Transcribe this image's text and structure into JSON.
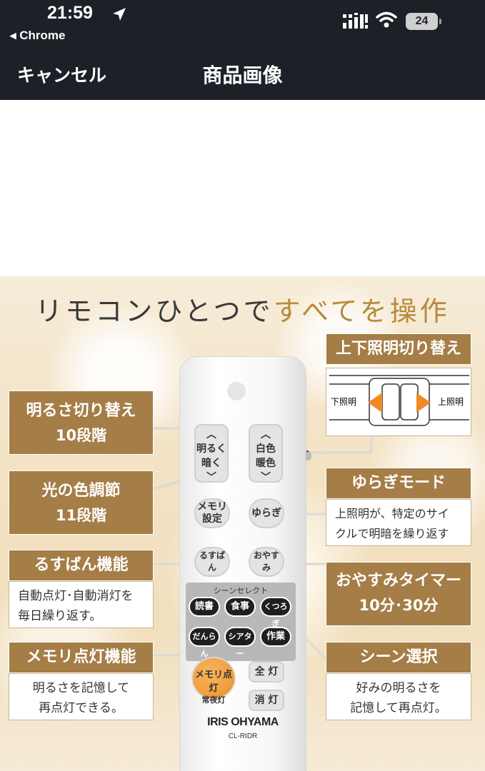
{
  "status_bar": {
    "time": "21:59",
    "back_app": "◂ Chrome",
    "battery": "24",
    "icons": [
      "location-arrow-icon",
      "signal-icon",
      "wifi-icon",
      "battery-icon"
    ]
  },
  "nav": {
    "cancel_label": "キャンセル",
    "title": "商品画像"
  },
  "product": {
    "headline_plain": "リモコンひとつで",
    "headline_accent": "すべてを操作",
    "left_callouts": {
      "brightness_title": "明るさ切り替え",
      "brightness_sub": "10段階",
      "color_title": "光の色調節",
      "color_sub": "11段階",
      "away_title": "るすばん機能",
      "away_desc_1": "自動点灯･自動消灯を",
      "away_desc_2": "毎日繰り返す。",
      "memory_title": "メモリ点灯機能",
      "memory_desc_1": "明るさを記憶して",
      "memory_desc_2": "再点灯できる。"
    },
    "right_callouts": {
      "updown_title": "上下照明切り替え",
      "lower_label": "下照明",
      "upper_label": "上照明",
      "fluct_title": "ゆらぎモード",
      "fluct_desc_1": "上照明が、特定のサイ",
      "fluct_desc_2": "クルで明暗を繰り返す",
      "sleep_title": "おやすみタイマー",
      "sleep_sub": "10分･30分",
      "scene_title": "シーン選択",
      "scene_desc_1": "好みの明るさを",
      "scene_desc_2": "記憶して再点灯。"
    },
    "remote": {
      "bright_up": "明るく",
      "bright_down": "暗く",
      "white": "白色",
      "warm": "暖色",
      "memory_set_1": "メモリ",
      "memory_set_2": "設定",
      "fluct": "ゆらぎ",
      "away": "るすばん",
      "sleep": "おやすみ",
      "scene_select": "シーンセレクト",
      "scene_reading": "読書",
      "scene_meal": "食事",
      "scene_relax": "くつろぎ",
      "scene_family": "だんらん",
      "scene_theater": "シアター",
      "scene_work": "作業",
      "memory_light_1": "メモリ点灯",
      "memory_light_2": "常夜灯",
      "all_on": "全 灯",
      "off": "消 灯",
      "brand": "IRIS OHYAMA",
      "model": "CL-RIDR"
    },
    "colors": {
      "callout_gold": "#a57d46",
      "arrow_orange": "#f08a24",
      "memory_button": "#f0a040"
    }
  }
}
